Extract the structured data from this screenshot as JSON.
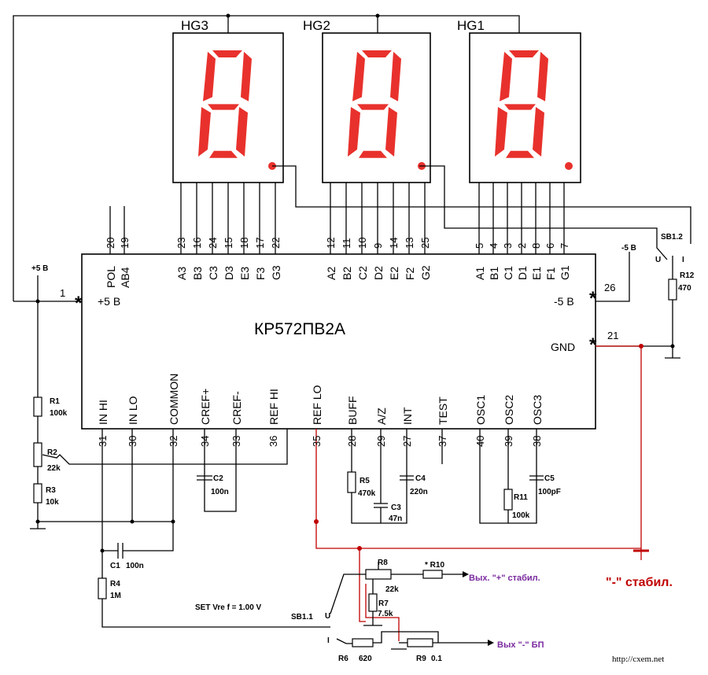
{
  "chip": {
    "name": "КР572ПВ2А",
    "pwr_pos": "+5 B",
    "pwr_neg": "-5 B",
    "gnd": "GND",
    "pin1": "1",
    "pin26": "26",
    "pin21": "21"
  },
  "displays": [
    {
      "id": "HG3",
      "pins": [
        "23",
        "16",
        "24",
        "15",
        "18",
        "17",
        "22"
      ],
      "labels": [
        "A3",
        "B3",
        "C3",
        "D3",
        "E3",
        "F3",
        "G3"
      ]
    },
    {
      "id": "HG2",
      "pins": [
        "12",
        "11",
        "10",
        "9",
        "14",
        "13",
        "25"
      ],
      "labels": [
        "A2",
        "B2",
        "C2",
        "D2",
        "E2",
        "F2",
        "G2"
      ]
    },
    {
      "id": "HG1",
      "pins": [
        "5",
        "4",
        "3",
        "2",
        "8",
        "6",
        "7"
      ],
      "labels": [
        "A1",
        "B1",
        "C1",
        "D1",
        "E1",
        "F1",
        "G1"
      ]
    }
  ],
  "top_left": {
    "pins": [
      "20",
      "19"
    ],
    "labels": [
      "POL",
      "AB4"
    ]
  },
  "bottom": {
    "pins": [
      "31",
      "30",
      "32",
      "34",
      "33",
      "36",
      "35",
      "28",
      "29",
      "27",
      "37",
      "40",
      "39",
      "38"
    ],
    "labels": [
      "IN HI",
      "IN LO",
      "COMMON",
      "CREF+",
      "CREF-",
      "REF HI",
      "REF LO",
      "BUFF",
      "A/Z",
      "INT",
      "TEST",
      "OSC1",
      "OSC2",
      "OSC3"
    ]
  },
  "components": {
    "supply_left": "+5 B",
    "r1": "R1",
    "r1v": "100k",
    "r2": "R2",
    "r2v": "22k",
    "r3": "R3",
    "r3v": "10k",
    "r4": "R4",
    "r4v": "1M",
    "c1": "C1",
    "c1v": "100n",
    "c2": "C2",
    "c2v": "100n",
    "r5": "R5",
    "r5v": "470k",
    "c3": "C3",
    "c3v": "47n",
    "c4": "C4",
    "c4v": "220n",
    "r11": "R11",
    "r11v": "100k",
    "c5": "C5",
    "c5v": "100pF",
    "r12": "R12",
    "r12v": "470",
    "sb12": "SB1.2",
    "sw_u": "U",
    "sw_i": "I",
    "supply_right": "-5 B",
    "r8": "R8",
    "r8v": "22k",
    "r10": "* R10",
    "r7": "R7",
    "r7v": "7.5k",
    "r6": "R6",
    "r6v": "620",
    "r9": "R9",
    "r9v": "0.1",
    "sb11": "SB1.1",
    "set": "SET  Vre f = 1.00 V"
  },
  "outputs": {
    "plus": "Вых. \"+\" стабил.",
    "minus": "Вых \"-\" БП",
    "stab": "\"-\" стабил."
  },
  "footer": "http://cxem.net"
}
